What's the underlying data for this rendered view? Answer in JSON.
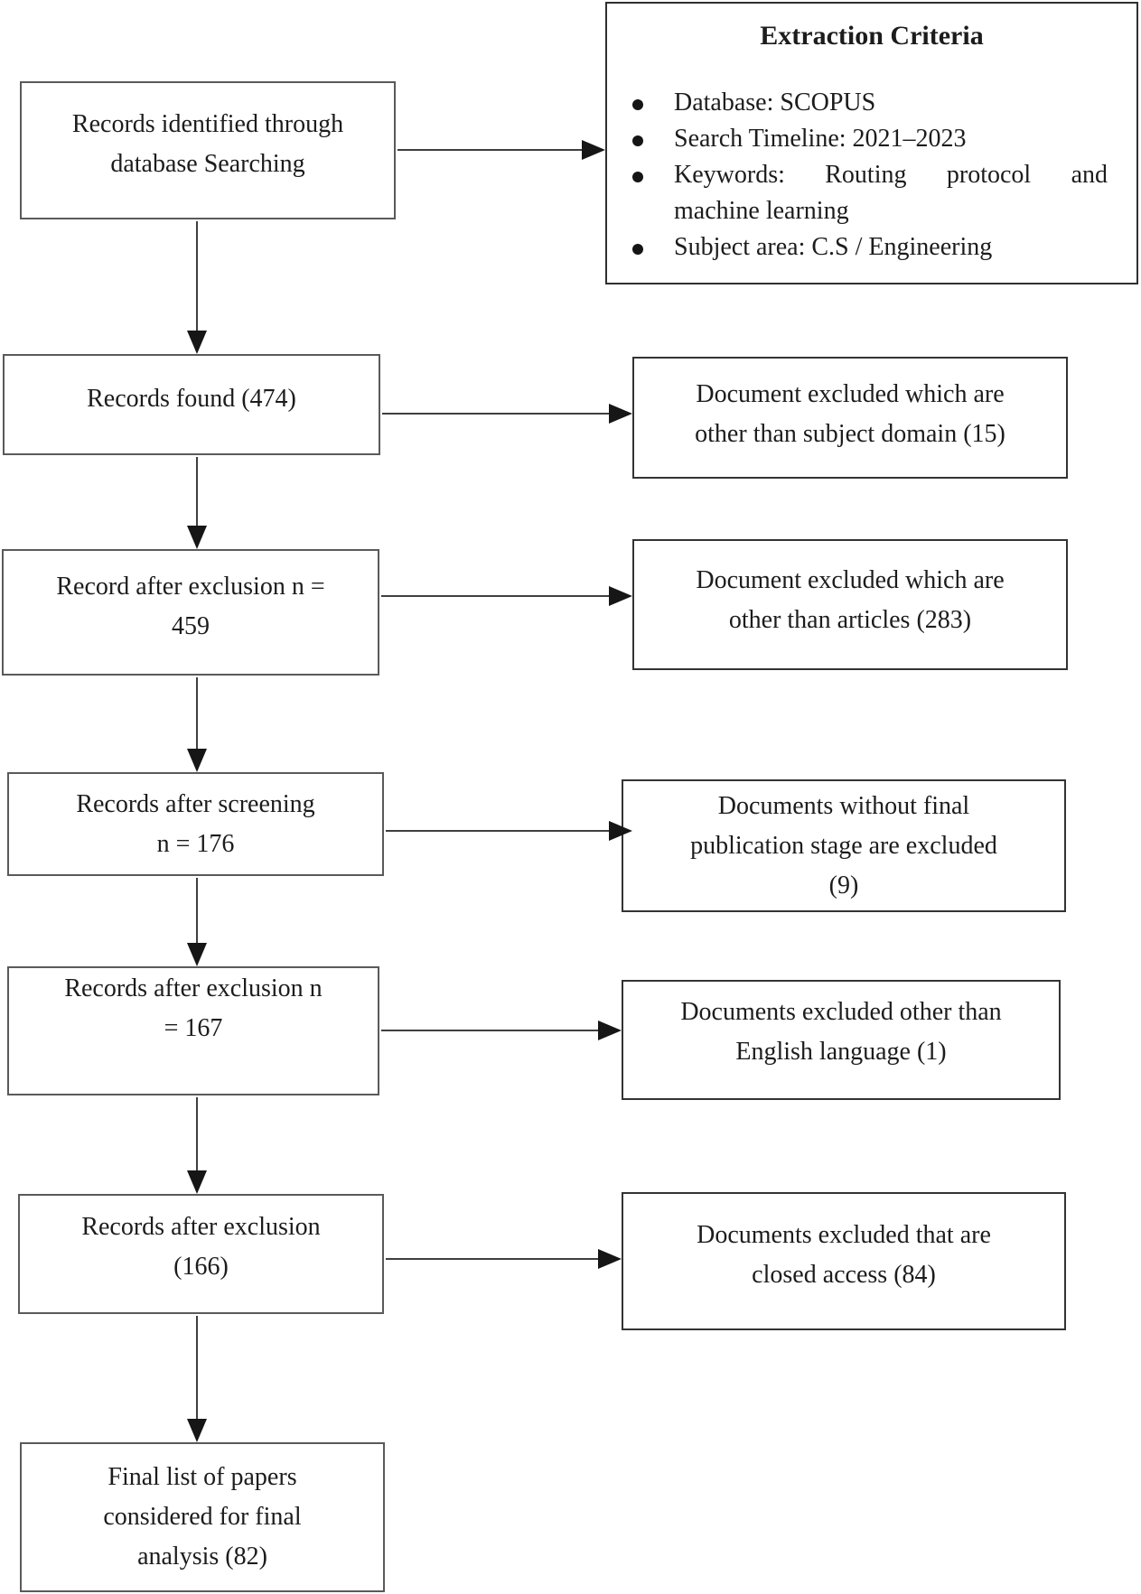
{
  "flowchart": {
    "left_boxes": [
      {
        "lines": [
          "Records identified through",
          "database Searching"
        ]
      },
      {
        "lines": [
          "Records found (474)"
        ]
      },
      {
        "lines": [
          "Record after exclusion n =",
          "459"
        ]
      },
      {
        "lines": [
          "Records after screening",
          "n = 176"
        ]
      },
      {
        "lines": [
          "Records after exclusion n",
          "= 167"
        ]
      },
      {
        "lines": [
          "Records after exclusion",
          "(166)"
        ]
      },
      {
        "lines": [
          "Final list of papers",
          "considered for final",
          "analysis (82)"
        ]
      }
    ],
    "extraction_criteria": {
      "title": "Extraction Criteria",
      "bullets": [
        {
          "line1": "Database: SCOPUS",
          "line2": ""
        },
        {
          "line1": "Search Timeline: 2021–2023",
          "line2": ""
        },
        {
          "line1": "Keywords: Routing protocol and",
          "line2": "machine learning"
        },
        {
          "line1": "Subject area: C.S / Engineering",
          "line2": ""
        }
      ]
    },
    "right_boxes": [
      {
        "lines": [
          "Document excluded which are",
          "other than subject domain (15)"
        ]
      },
      {
        "lines": [
          "Document excluded which are",
          "other than articles (283)"
        ]
      },
      {
        "lines": [
          "Documents without final",
          "publication stage are excluded",
          "(9)"
        ]
      },
      {
        "lines": [
          "Documents excluded other than",
          "English language (1)"
        ]
      },
      {
        "lines": [
          "Documents excluded that are",
          "closed access (84)"
        ]
      }
    ],
    "colors": {
      "background": "#ffffff",
      "box_border": "#333333",
      "left_box_border": "#5a5a5a",
      "text": "#1c1c1c",
      "arrow_stem": "#3f3f3f",
      "arrow_head": "#161616"
    }
  }
}
